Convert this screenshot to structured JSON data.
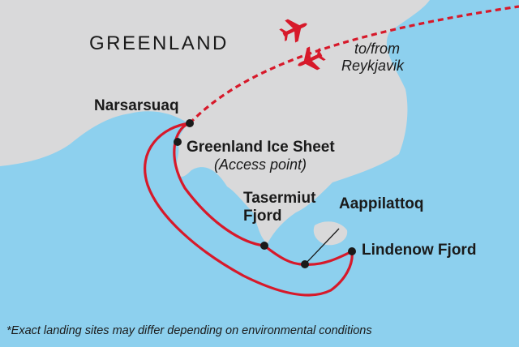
{
  "map": {
    "title": "GREENLAND",
    "colors": {
      "sea": "#8dd0ee",
      "land": "#d9d9da",
      "route": "#d7192a",
      "marker": "#1a1a1a",
      "text": "#1a1a1a"
    },
    "icons": [
      "airplane-icon",
      "airplane-icon"
    ],
    "flight_label": [
      "to/from",
      "Reykjavik"
    ],
    "places": [
      {
        "id": "narsarsuaq",
        "lines": [
          "Narsarsuaq"
        ]
      },
      {
        "id": "ice-sheet",
        "lines": [
          "Greenland Ice Sheet"
        ],
        "note": "(Access point)"
      },
      {
        "id": "tasermiut",
        "lines": [
          "Tasermiut",
          "Fjord"
        ]
      },
      {
        "id": "aappilattoq",
        "lines": [
          "Aappilattoq"
        ]
      },
      {
        "id": "lindenow",
        "lines": [
          "Lindenow Fjord"
        ]
      }
    ],
    "footnote": "*Exact landing sites may differ depending on environmental conditions"
  }
}
